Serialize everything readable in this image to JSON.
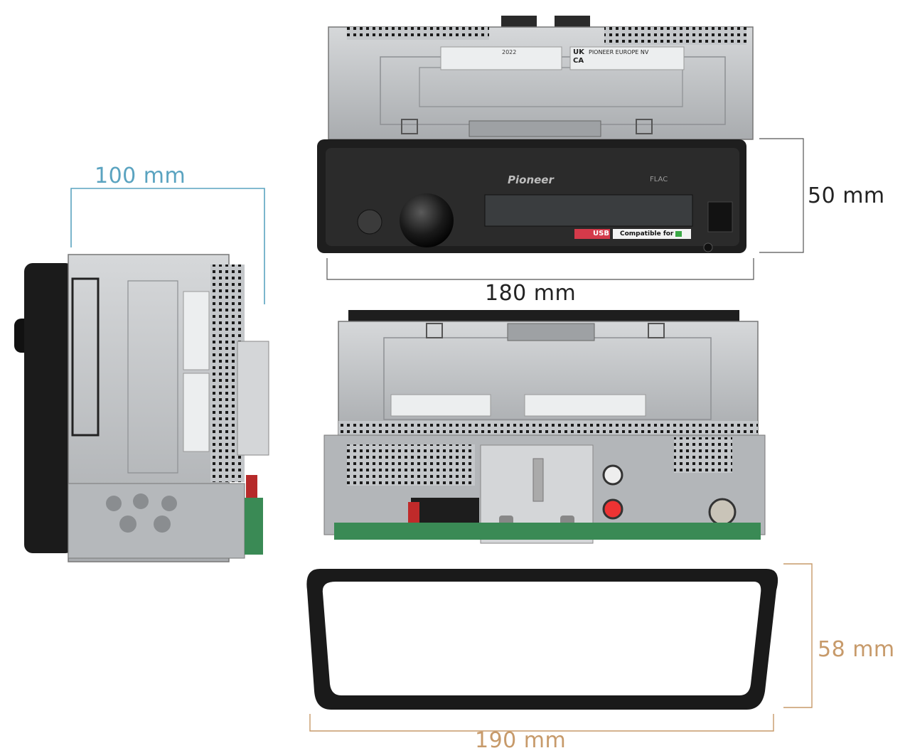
{
  "dimensions": {
    "side_depth": "100 mm",
    "front_height": "50 mm",
    "front_width": "180 mm",
    "frame_height": "58 mm",
    "frame_width": "190 mm"
  },
  "brand": {
    "logo": "Pioneer",
    "flac_badge": "FLAC",
    "usb_badge": "USB",
    "compatible_label": "Compatible for"
  },
  "label_sticker": {
    "uk": "UK",
    "ca": "CA",
    "company": "PIONEER EUROPE NV",
    "year": "2022"
  },
  "colors": {
    "side_depth_dim": "#5aa3c0",
    "front_dim": "#555555",
    "frame_dim": "#c79a6a",
    "chassis": "#b9bcbf",
    "faceplate": "#1e1e1e"
  }
}
